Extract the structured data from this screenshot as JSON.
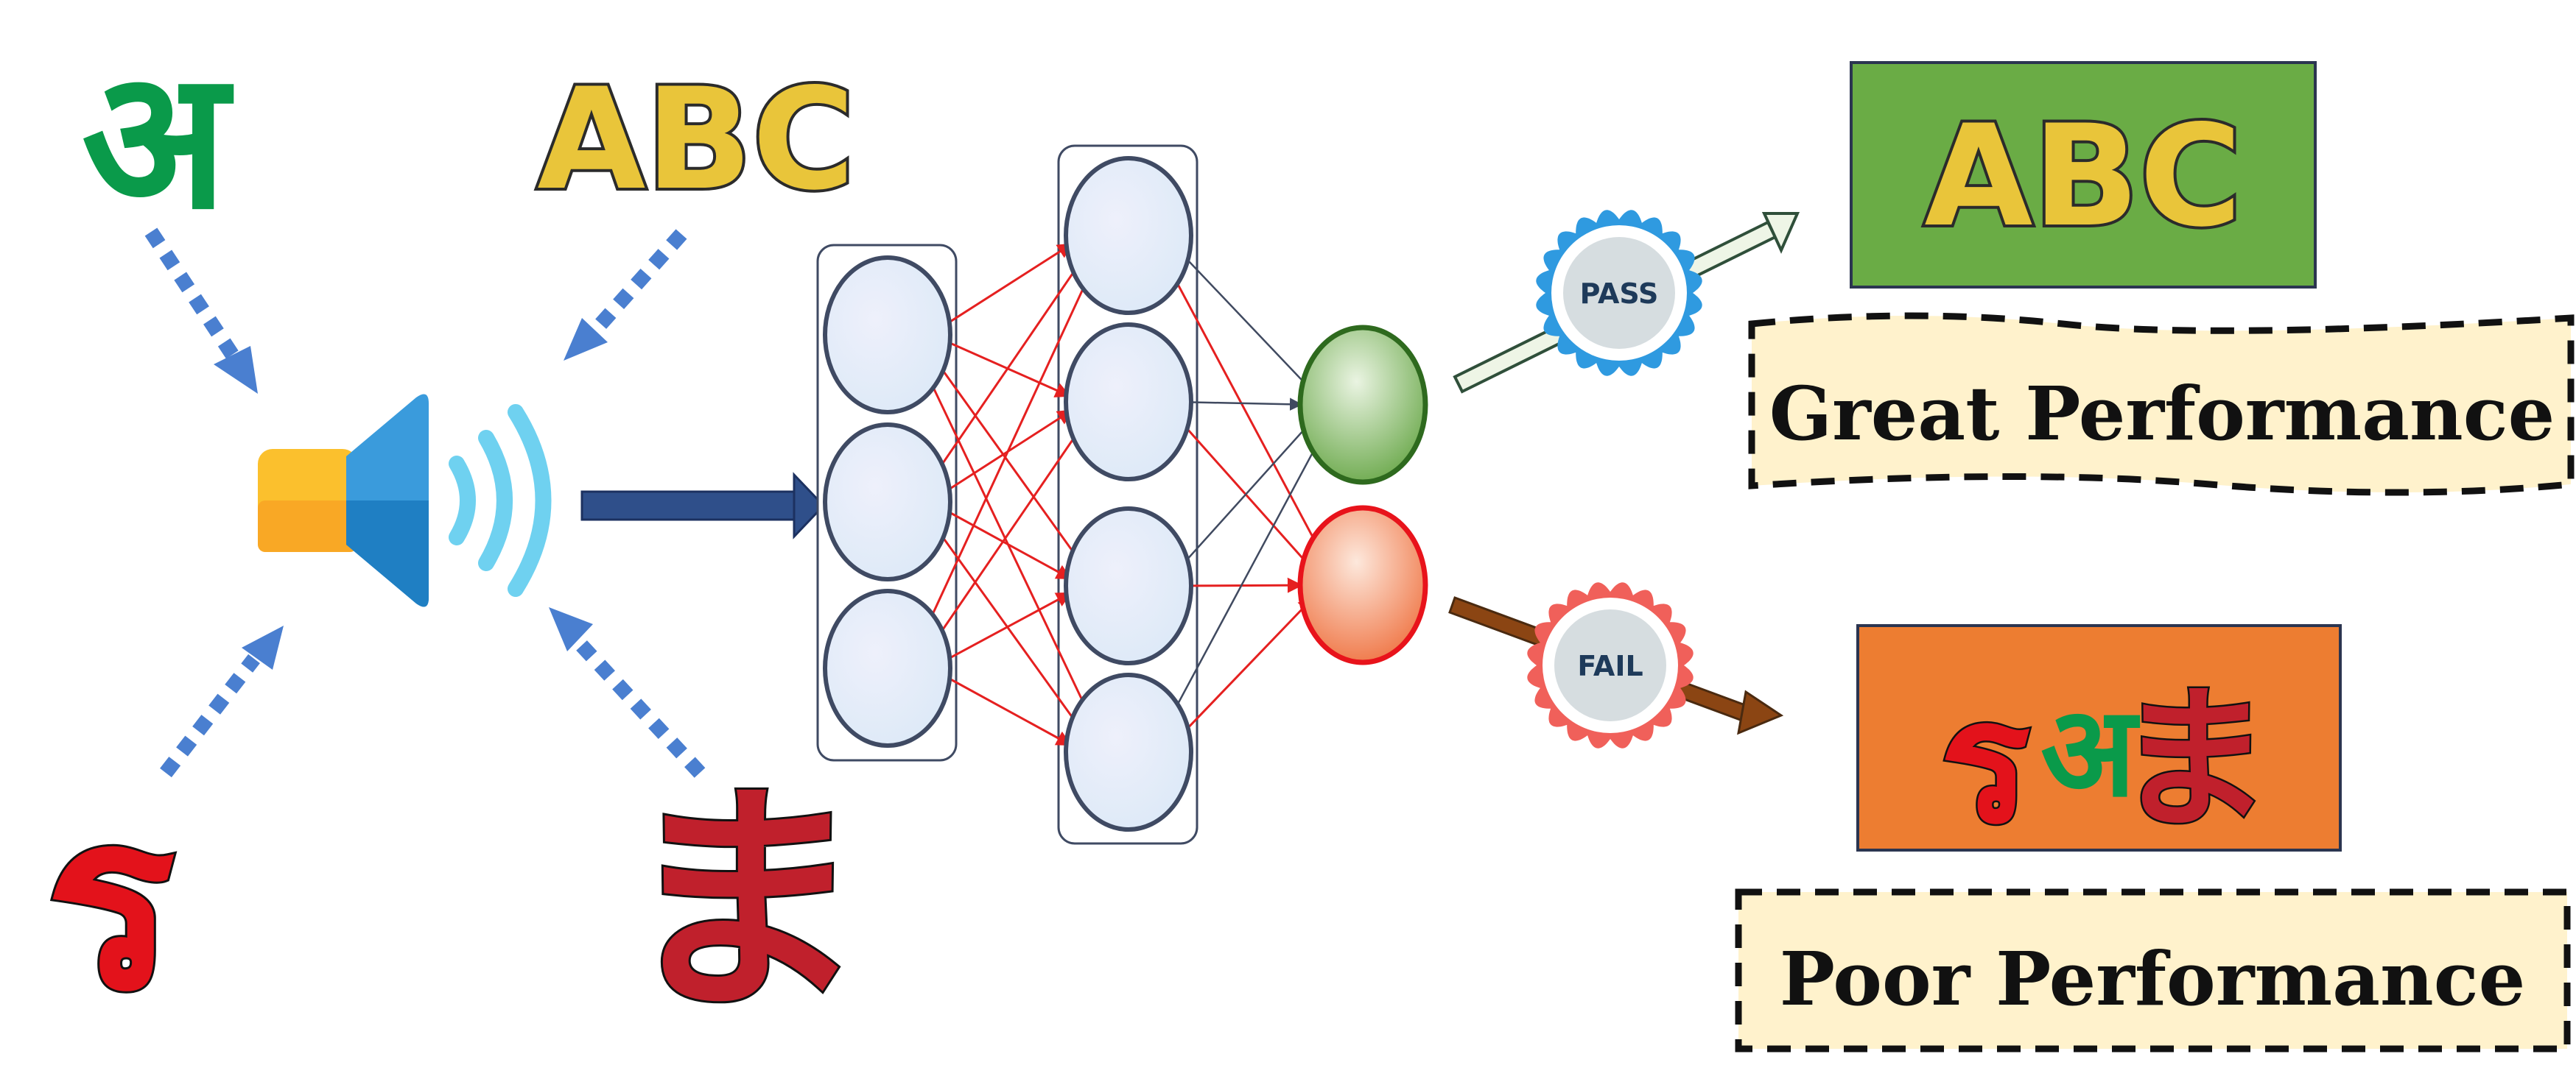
{
  "diagram": {
    "inputs": {
      "hindi_char": "अ",
      "latin_text": "ABC",
      "thai_char": "ร",
      "japanese_char": "ま"
    },
    "outputs": {
      "pass_badge": "PASS",
      "fail_badge": "FAIL",
      "great_box_text": "ABC",
      "poor_box_chars": [
        "ร",
        "अ",
        "ま"
      ],
      "great_label": "Great Performance",
      "poor_label": "Poor Performance"
    },
    "network": {
      "layers": [
        3,
        4,
        2
      ]
    },
    "icons": [
      "speaker-icon",
      "pass-badge-icon",
      "fail-badge-icon"
    ],
    "colors": {
      "hindi_green": "#0a9a4a",
      "thai_red": "#e3121b",
      "japanese_red": "#c0202c",
      "arrow_blue": "#2f4f8a",
      "dotted_blue": "#4a7fd0",
      "great_box": "#6aac45",
      "poor_box": "#ed7d31",
      "label_fill": "#fff2cc",
      "pass_ring": "#2f9ae0",
      "fail_ring": "#f0605a",
      "output_green": "#5b9c3a",
      "output_red": "#f05a2a",
      "edge_red": "#e52020",
      "edge_dark": "#404a60"
    }
  }
}
